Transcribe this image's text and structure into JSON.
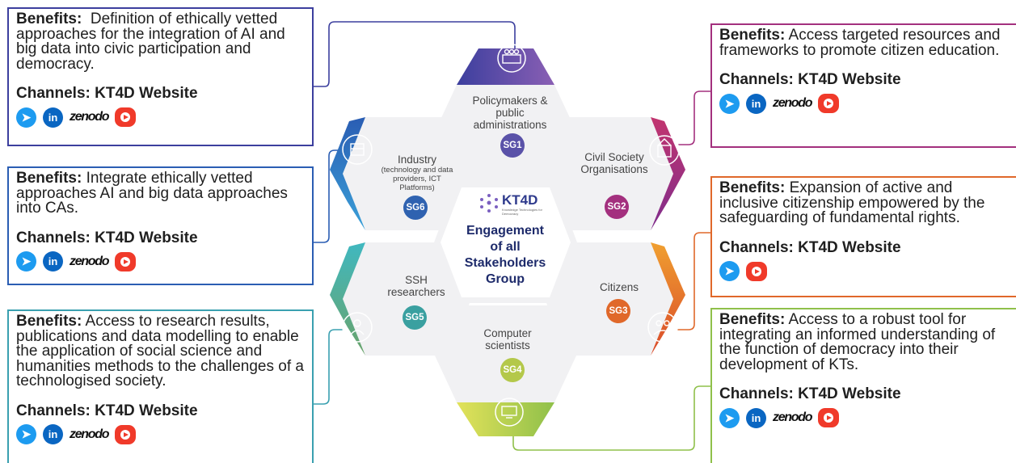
{
  "stakeholders": {
    "sg1": {
      "name": "Policymakers & public administrations",
      "code": "SG1",
      "color": "#5a52a8"
    },
    "sg2": {
      "name": "Civil Society Organisations",
      "code": "SG2",
      "color": "#a3307e"
    },
    "sg3": {
      "name": "Citizens",
      "code": "SG3",
      "color": "#e0682a"
    },
    "sg4": {
      "name": "Computer scientists",
      "code": "SG4",
      "color": "#b4c84a"
    },
    "sg5": {
      "name": "SSH researchers",
      "code": "SG5",
      "color": "#3aa0a0"
    },
    "sg6": {
      "name": "Industry",
      "name_sub": "(technology and data providers, ICT Platforms)",
      "code": "SG6",
      "color": "#2f62b0"
    }
  },
  "center": {
    "logo": "KT4D",
    "logo_tag": "Knowledge Technologies for Democracy",
    "title": "Engagement of all Stakeholders Group"
  },
  "boxes": {
    "policymakers": {
      "benefits_label": "Benefits",
      "benefits_text": "Definition of ethically vetted approaches for the integration of AI and big data into civic participation and democracy.",
      "channels_label": "Channels",
      "channels_value": "KT4D Website",
      "zenodo": "zenodo"
    },
    "industry": {
      "benefits_label": "Benefits",
      "benefits_text": "Integrate ethically vetted approaches AI and big data approaches into CAs.",
      "channels_label": "Channels",
      "channels_value": "KT4D Website",
      "zenodo": "zenodo"
    },
    "ssh": {
      "benefits_label": "Benefits",
      "benefits_text": "Access to research results, publications and data modelling to enable the application of social science and humanities methods to the challenges of a technologised society.",
      "channels_label": "Channels",
      "channels_value": "KT4D Website",
      "zenodo": "zenodo"
    },
    "csos": {
      "benefits_label": "Benefits",
      "benefits_text": "Access targeted resources and frameworks to promote citizen education.",
      "channels_label": "Channels",
      "channels_value": "KT4D Website",
      "zenodo": "zenodo"
    },
    "citizens": {
      "benefits_label": "Benefits",
      "benefits_text": "Expansion of active and inclusive citizenship empowered by the safeguarding of fundamental rights.",
      "channels_label": "Channels",
      "channels_value": "KT4D Website"
    },
    "computer": {
      "benefits_label": "Benefits",
      "benefits_text": "Access to a robust tool for integrating an informed understanding of the function of democracy into their development of KTs.",
      "channels_label": "Channels",
      "channels_value": "KT4D Website",
      "zenodo": "zenodo"
    }
  },
  "icons": {
    "twitter": "twitter-icon",
    "linkedin": "linkedin-icon",
    "youtube": "youtube-icon",
    "linkedin_text": "in"
  }
}
